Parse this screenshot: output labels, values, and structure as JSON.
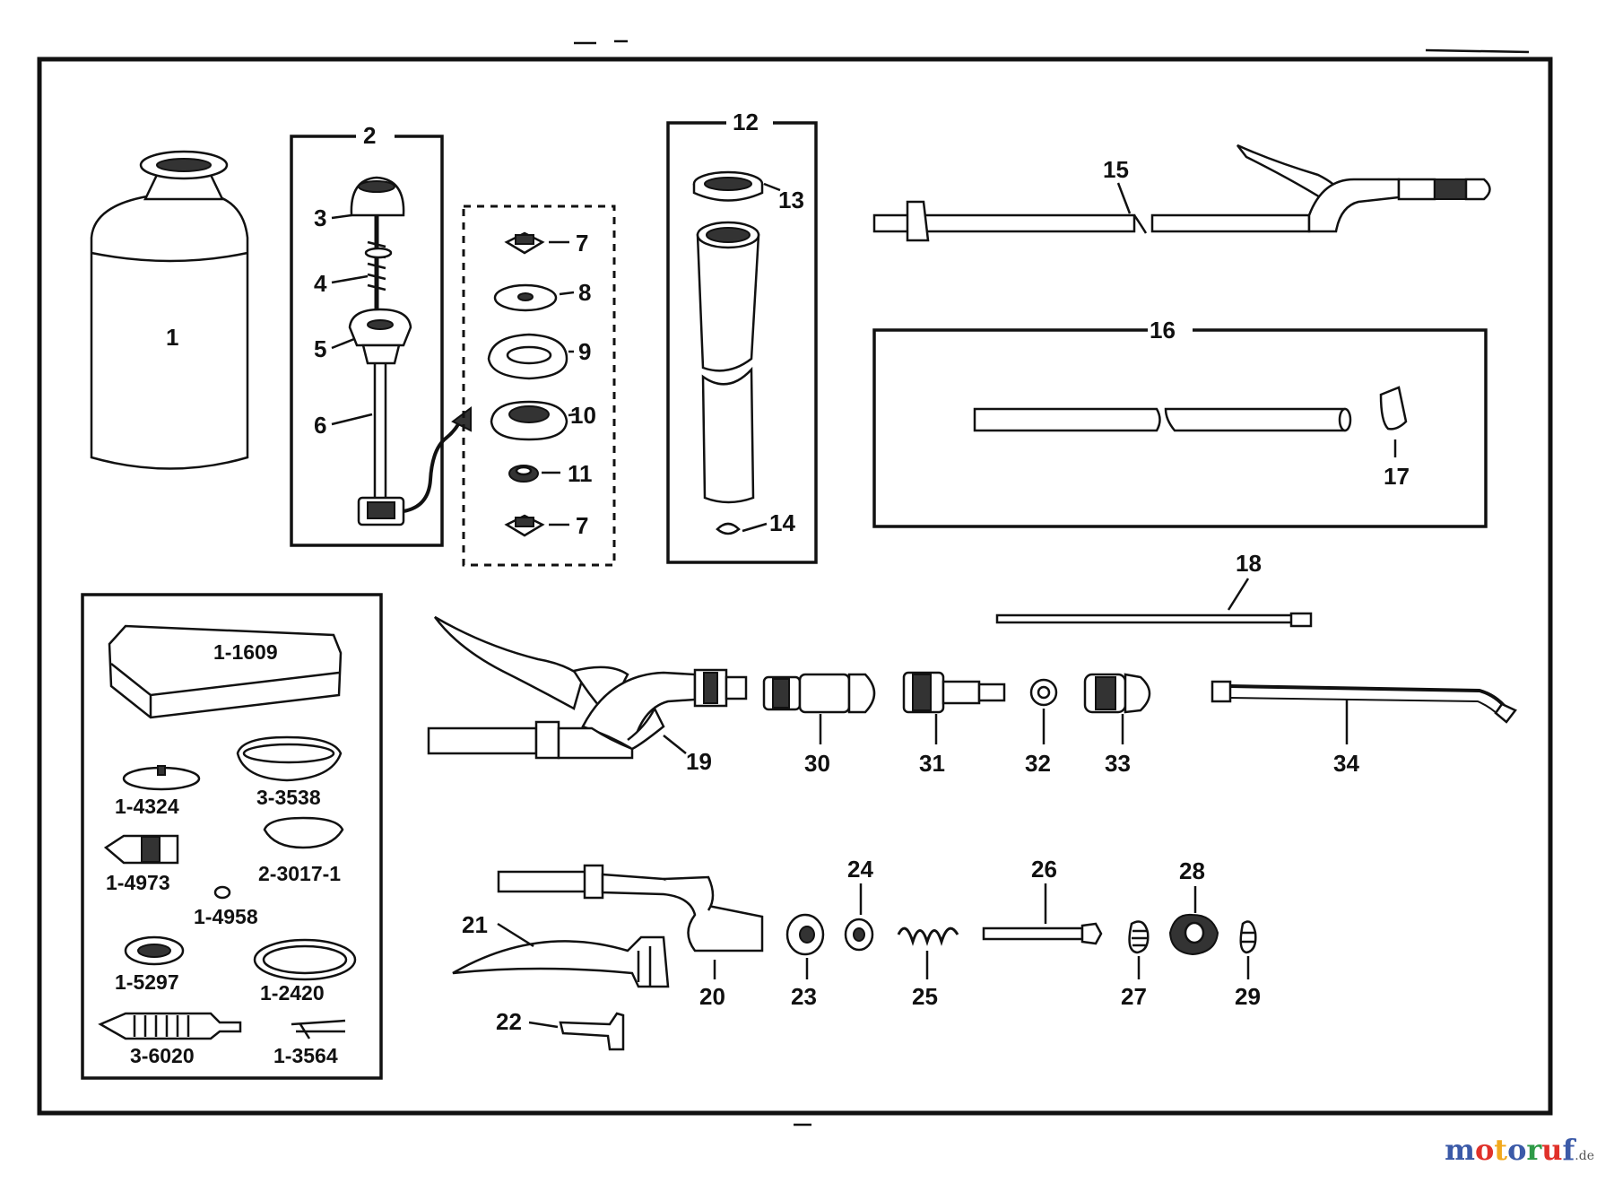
{
  "labels": {
    "p1": "1",
    "p2": "2",
    "p3": "3",
    "p4": "4",
    "p5": "5",
    "p6": "6",
    "p7a": "7",
    "p7b": "7",
    "p8": "8",
    "p9": "9",
    "p10": "10",
    "p11": "11",
    "p12": "12",
    "p13": "13",
    "p14": "14",
    "p15": "15",
    "p16": "16",
    "p17": "17",
    "p18": "18",
    "p19": "19",
    "p20": "20",
    "p21": "21",
    "p22": "22",
    "p23": "23",
    "p24": "24",
    "p25": "25",
    "p26": "26",
    "p27": "27",
    "p28": "28",
    "p29": "29",
    "p30": "30",
    "p31": "31",
    "p32": "32",
    "p33": "33",
    "p34": "34"
  },
  "kit": {
    "k1": "1-1609",
    "k2": "1-4324",
    "k3": "3-3538",
    "k4": "1-4973",
    "k5": "2-3017-1",
    "k6": "1-4958",
    "k7": "1-5297",
    "k8": "1-2420",
    "k9": "3-6020",
    "k10": "1-3564"
  },
  "watermark": {
    "m1": "m",
    "o1": "o",
    "t": "t",
    "o2": "o",
    "r": "r",
    "u": "u",
    "f": "f",
    "tld": ".de",
    "colors": [
      "#3b5aa8",
      "#e0312a",
      "#f2a81d",
      "#3b5aa8",
      "#2e9a47",
      "#e0312a",
      "#3b5aa8"
    ]
  }
}
